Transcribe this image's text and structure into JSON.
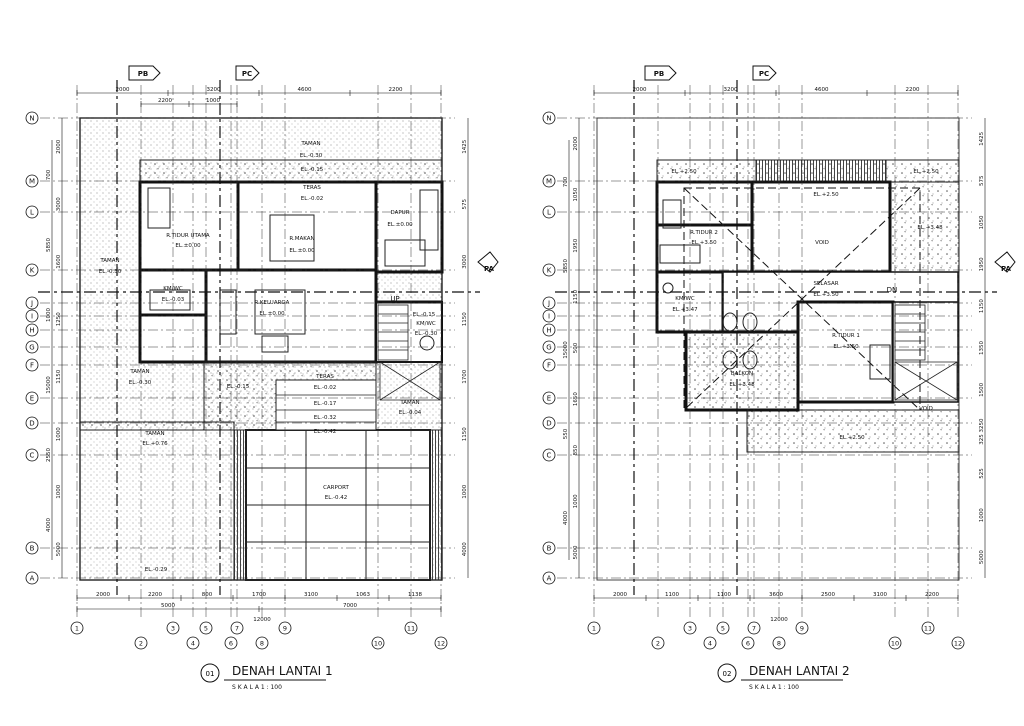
{
  "plans": [
    {
      "number": "01",
      "title": "DENAH LANTAI 1",
      "scale": "S K A L A   1 :  100",
      "dims_top_1": [
        "2000",
        "3200",
        "4600",
        "2200"
      ],
      "dims_top_2": [
        "2200",
        "1000"
      ],
      "dims_bottom_1": [
        "2000",
        "2200",
        "800",
        "1700",
        "3100",
        "1063",
        "1138"
      ],
      "dims_bottom_2": [
        "5000",
        "7000"
      ],
      "dims_bottom_3": "12000",
      "dims_left_1": [
        "2000",
        "3000",
        "1600",
        "1250",
        "1150",
        "1000",
        "1000",
        "5000"
      ],
      "dims_left_2": [
        "700",
        "5850",
        "1000",
        "15000",
        "2550",
        "4000"
      ],
      "dims_right": [
        "1425",
        "575",
        "3000",
        "1150",
        "1700",
        "1150",
        "1000",
        "4000"
      ],
      "rooms": [
        {
          "name": "TAMAN",
          "el": "EL.-0.30"
        },
        {
          "name": "",
          "el": "EL.-0.15"
        },
        {
          "name": "TERAS",
          "el": "EL.-0.02"
        },
        {
          "name": "R.TIDUR UTAMA",
          "el": "EL.±0.00"
        },
        {
          "name": "R.MAKAN",
          "el": "EL.±0.00"
        },
        {
          "name": "DAPUR",
          "el": "EL.±0.00"
        },
        {
          "name": "TAMAN",
          "el": "EL.-0.30"
        },
        {
          "name": "KM/WC",
          "el": "EL.-0.03"
        },
        {
          "name": "R.KELUARGA",
          "el": "EL.±0.00"
        },
        {
          "name": "",
          "el": "EL.-0.15"
        },
        {
          "name": "KM/WC",
          "el": "EL.-0.30"
        },
        {
          "name": "TAMAN",
          "el": "EL.-0.30"
        },
        {
          "name": "",
          "el": "EL.-0.15"
        },
        {
          "name": "TERAS",
          "el": "EL.-0.02"
        },
        {
          "name": "",
          "el": "EL.-0.17"
        },
        {
          "name": "",
          "el": "EL.-0.32"
        },
        {
          "name": "",
          "el": "EL.-0.42"
        },
        {
          "name": "TAMAN",
          "el": "EL.-0.04"
        },
        {
          "name": "TAMAN",
          "el": "EL.+0.76"
        },
        {
          "name": "CARPORT",
          "el": "EL.-0.42"
        },
        {
          "name": "",
          "el": "EL.-0.29"
        }
      ],
      "up_label": "UP"
    },
    {
      "number": "02",
      "title": "DENAH LANTAI 2",
      "scale": "S K A L A   1 :  100",
      "dims_top_1": [
        "2000",
        "3200",
        "4600",
        "2200"
      ],
      "dims_bottom_1": [
        "2000",
        "1100",
        "1100",
        "3600",
        "2500",
        "3100",
        "2200"
      ],
      "dims_bottom_3": "12000",
      "dims_left_1": [
        "2000",
        "1050",
        "1950",
        "1150",
        "500",
        "1650",
        "850",
        "1000",
        "5000"
      ],
      "dims_left_2": [
        "700",
        "5850",
        "15000",
        "550",
        "4000"
      ],
      "dims_right": [
        "1425",
        "575",
        "1050",
        "1950",
        "1150",
        "1350",
        "1500",
        "325 3250",
        "525",
        "1000",
        "5000"
      ],
      "rooms": [
        {
          "name": "",
          "el": "EL.+2.50"
        },
        {
          "name": "",
          "el": "EL.+2.50"
        },
        {
          "name": "",
          "el": "EL.+2.50"
        },
        {
          "name": "R.TIDUR 2",
          "el": "EL.+3.50"
        },
        {
          "name": "VOID",
          "el": ""
        },
        {
          "name": "",
          "el": "EL.+3.48"
        },
        {
          "name": "SELASAR",
          "el": "EL.+3.50"
        },
        {
          "name": "KM/WC",
          "el": "EL.+3.47"
        },
        {
          "name": "R.TIDUR 1",
          "el": "EL.+3.50"
        },
        {
          "name": "BALKON",
          "el": "EL.+3.48"
        },
        {
          "name": "VOID",
          "el": ""
        },
        {
          "name": "",
          "el": "EL.+2.50"
        }
      ],
      "dn_label": "DN"
    }
  ],
  "grid_rows": [
    "N",
    "M",
    "L",
    "K",
    "J",
    "I",
    "H",
    "G",
    "F",
    "E",
    "D",
    "C",
    "B",
    "A"
  ],
  "grid_cols": [
    "1",
    "2",
    "3",
    "4",
    "5",
    "6",
    "7",
    "8",
    "9",
    "10",
    "11",
    "12"
  ],
  "section_markers": [
    "PB",
    "PC",
    "PA"
  ]
}
